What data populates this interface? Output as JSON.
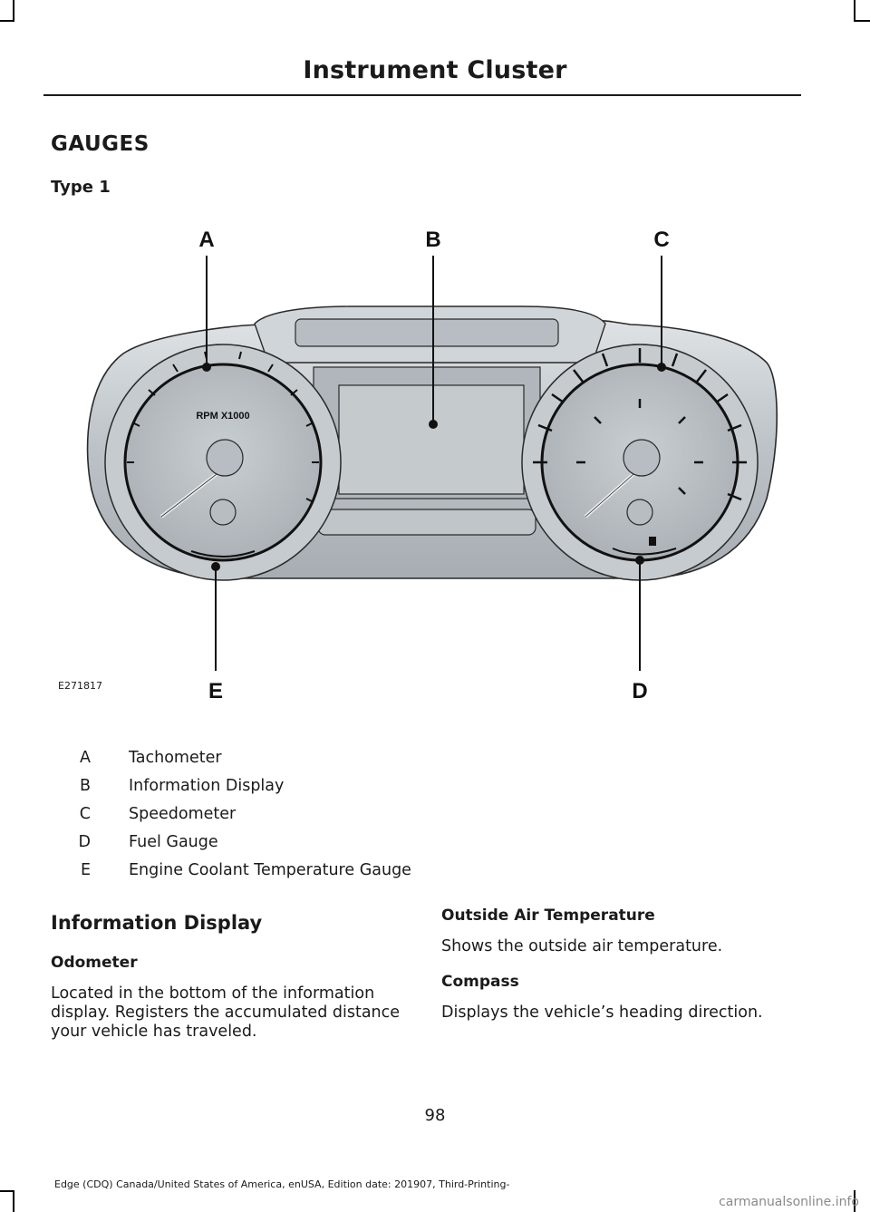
{
  "header": {
    "title": "Instrument Cluster"
  },
  "section": {
    "title": "GAUGES",
    "subtitle": "Type 1"
  },
  "figure": {
    "id": "E271817",
    "callouts": [
      "A",
      "B",
      "C",
      "D",
      "E"
    ],
    "tach_label": "RPM X1000"
  },
  "legend": [
    {
      "key": "A",
      "label": "Tachometer"
    },
    {
      "key": "B",
      "label": "Information Display"
    },
    {
      "key": "C",
      "label": "Speedometer"
    },
    {
      "key": "D",
      "label": "Fuel Gauge"
    },
    {
      "key": "E",
      "label": "Engine Coolant Temperature Gauge"
    }
  ],
  "info_display": {
    "title": "Information Display",
    "odometer_title": "Odometer",
    "odometer_text": "Located in the bottom of the information display. Registers the accumulated distance your vehicle has traveled.",
    "oat_title": "Outside Air Temperature",
    "oat_text": "Shows the outside air temperature.",
    "compass_title": "Compass",
    "compass_text": "Displays the vehicle’s heading direction."
  },
  "page_number": "98",
  "footer": "Edge (CDQ) Canada/United States of America, enUSA, Edition date: 201907, Third-Printing-",
  "watermark": "carmanualsonline.info"
}
